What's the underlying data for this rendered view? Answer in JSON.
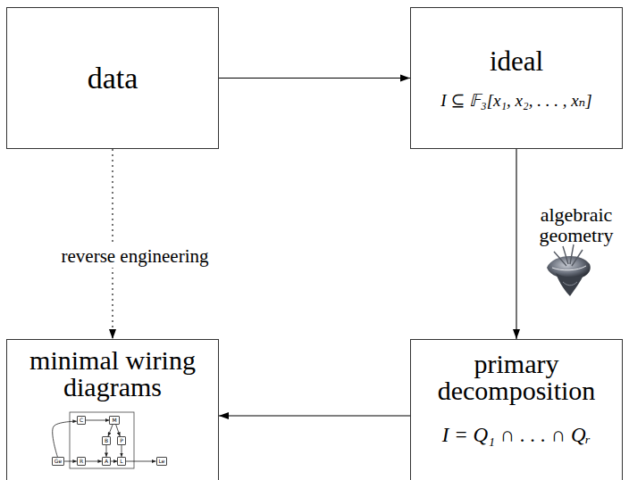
{
  "diagram": {
    "nodes": [
      {
        "text": [
          "data"
        ]
      },
      {
        "text": [
          "ideal",
          "I ⊆ 𝔽₃[x₁, x₂, . . . , xₙ]"
        ]
      },
      {
        "text": [
          "minimal wiring diagrams"
        ]
      },
      {
        "text": [
          "C"
        ],
        "in": 2
      },
      {
        "text": [
          "M"
        ],
        "in": 2
      },
      {
        "text": [
          "B"
        ],
        "in": 2
      },
      {
        "text": [
          "P"
        ],
        "in": 2
      },
      {
        "text": [
          "Ge"
        ],
        "in": 2
      },
      {
        "text": [
          "R"
        ],
        "in": 2
      },
      {
        "text": [
          "A"
        ],
        "in": 2
      },
      {
        "text": [
          "L"
        ],
        "in": 2
      },
      {
        "text": [
          "Le"
        ],
        "in": 2
      },
      {
        "text": [
          "primary decomposition",
          "I = Q₁ ∩ . . . ∩ Qᵣ"
        ]
      }
    ],
    "edges": [
      {
        "from": 0,
        "to": 1,
        "arrow": "to"
      },
      {
        "from": 1,
        "to": 12,
        "arrow": "to"
      },
      {
        "from": 12,
        "to": 2,
        "arrow": "to"
      },
      {
        "from": 0,
        "to": 2,
        "label": "reverse engineering",
        "arrow": "to"
      },
      {
        "from": 7,
        "to": 3,
        "arrow": "to"
      },
      {
        "from": 3,
        "to": 4,
        "arrow": "to"
      },
      {
        "from": 4,
        "to": 5,
        "arrow": "to"
      },
      {
        "from": 4,
        "to": 6,
        "arrow": "to"
      },
      {
        "from": 5,
        "to": 9,
        "arrow": "to"
      },
      {
        "from": 6,
        "to": 10,
        "arrow": "to"
      },
      {
        "from": 8,
        "to": 9,
        "arrow": "to"
      },
      {
        "from": 9,
        "to": 10,
        "arrow": "to"
      },
      {
        "from": 7,
        "to": 8,
        "arrow": "to"
      },
      {
        "from": 10,
        "to": 11,
        "arrow": "to"
      }
    ],
    "labels": [
      "algebraic geometry"
    ]
  }
}
